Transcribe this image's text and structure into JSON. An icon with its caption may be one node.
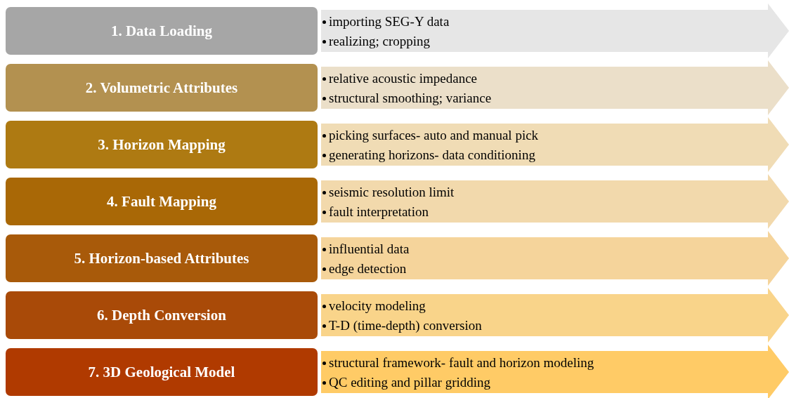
{
  "diagram": {
    "nodes": [
      {
        "text": [
          "1. Data Loading"
        ]
      },
      {
        "text": [
          "importing SEG-Y data",
          "realizing; cropping"
        ]
      },
      {
        "text": [
          "2. Volumetric Attributes"
        ]
      },
      {
        "text": [
          "relative acoustic impedance",
          "structural smoothing; variance"
        ]
      },
      {
        "text": [
          "3. Horizon Mapping"
        ]
      },
      {
        "text": [
          "picking surfaces- auto and manual pick",
          "generating horizons- data conditioning"
        ]
      },
      {
        "text": [
          "4. Fault Mapping"
        ]
      },
      {
        "text": [
          "seismic resolution limit",
          "fault interpretation"
        ]
      },
      {
        "text": [
          "5. Horizon-based Attributes"
        ]
      },
      {
        "text": [
          "influential data",
          "edge detection"
        ]
      },
      {
        "text": [
          "6. Depth Conversion"
        ]
      },
      {
        "text": [
          "velocity modeling",
          "T-D (time-depth) conversion"
        ]
      },
      {
        "text": [
          "7. 3D Geological Model"
        ]
      },
      {
        "text": [
          "structural framework- fault and horizon modeling",
          "QC editing and pillar gridding"
        ]
      }
    ]
  }
}
